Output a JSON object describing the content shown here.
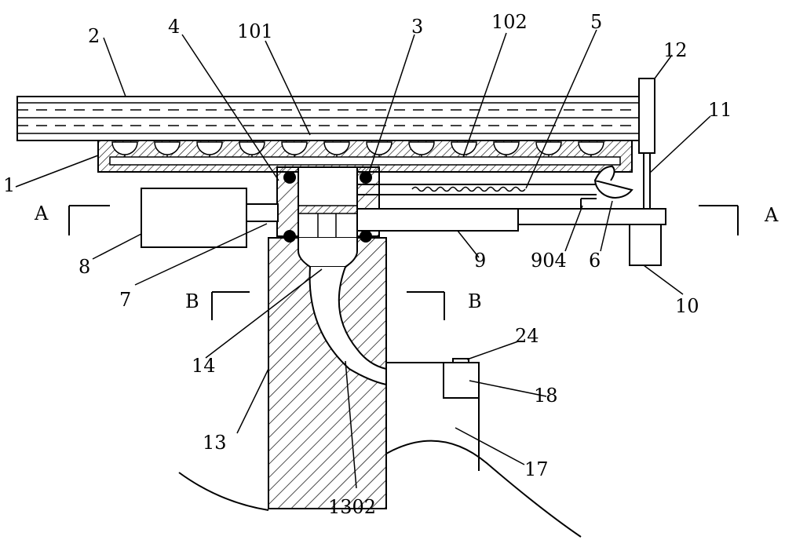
{
  "labels": {
    "l1": "1",
    "l2": "2",
    "l3": "3",
    "l4": "4",
    "l5": "5",
    "l6": "6",
    "l7": "7",
    "l8": "8",
    "l9": "9",
    "l10": "10",
    "l11": "11",
    "l12": "12",
    "l13": "13",
    "l14": "14",
    "l17": "17",
    "l18": "18",
    "l24": "24",
    "l101": "101",
    "l102": "102",
    "l904": "904",
    "l1302": "1302",
    "sectionA_left": "A",
    "sectionA_right": "A",
    "sectionB_left": "B",
    "sectionB_right": "B"
  }
}
